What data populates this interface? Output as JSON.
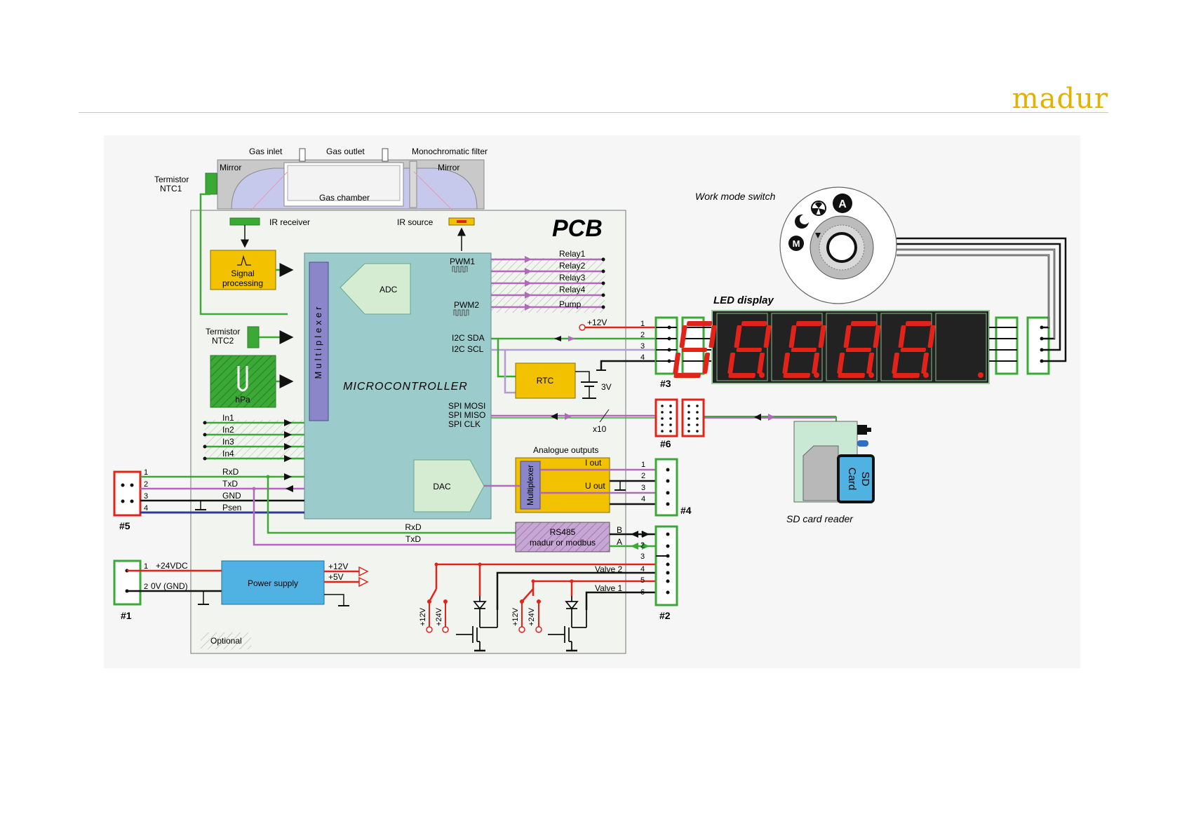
{
  "brand": {
    "logo": "madur"
  },
  "labels": {
    "gas_inlet": "Gas inlet",
    "gas_outlet": "Gas outlet",
    "mono_filter": "Monochromatic filter",
    "mirror_left": "Mirror",
    "mirror_right": "Mirror",
    "gas_chamber": "Gas chamber",
    "termistor1_a": "Termistor",
    "termistor1_b": "NTC1",
    "ir_receiver": "IR receiver",
    "ir_source": "IR source",
    "pcb": "PCB",
    "signal_a": "Signal",
    "signal_b": "processing",
    "termistor2_a": "Termistor",
    "termistor2_b": "NTC2",
    "hpa": "hPa",
    "multiplexer": "Multiplexer",
    "adc": "ADC",
    "microcontroller": "MICROCONTROLLER",
    "dac": "DAC",
    "pwm1": "PWM1",
    "pwm2": "PWM2",
    "relay1": "Relay1",
    "relay2": "Relay2",
    "relay3": "Relay3",
    "relay4": "Relay4",
    "pump": "Pump",
    "i2c_sda": "I2C SDA",
    "i2c_scl": "I2C SCL",
    "spi_mosi": "SPI MOSI",
    "spi_miso": "SPI MISO",
    "spi_clk": "SPI CLK",
    "v12": "+12V",
    "v24": "+24V",
    "v5": "+5V",
    "rtc": "RTC",
    "v3": "3V",
    "x10": "x10",
    "analogue_outputs": "Analogue outputs",
    "i_out": "I out",
    "u_out": "U out",
    "mux_small": "Multiplexer",
    "in1": "In1",
    "in2": "In2",
    "in3": "In3",
    "in4": "In4",
    "rxd": "RxD",
    "txd": "TxD",
    "gnd": "GND",
    "psen": "Psen",
    "rs485_a": "RS485",
    "rs485_b": "madur or modbus",
    "b": "B",
    "a": "A",
    "valve2": "Valve 2",
    "valve1": "Valve 1",
    "v24dc": "+24VDC",
    "v0gnd": "0V (GND)",
    "power_supply": "Power supply",
    "optional": "Optional",
    "work_mode_switch": "Work mode switch",
    "led_display": "LED display",
    "sd_card_reader": "SD card reader",
    "sd": "SD",
    "card": "Card",
    "mode_a": "A",
    "mode_m": "M",
    "n1": "1",
    "n2": "2",
    "n3": "3",
    "n4": "4",
    "n5": "5",
    "n6": "6"
  },
  "connectors": {
    "c1": "#1",
    "c2": "#2",
    "c3": "#3",
    "c4": "#4",
    "c5": "#5",
    "c6": "#6"
  },
  "colors": {
    "green": "#3aa935",
    "red": "#e2231a",
    "purple": "#b06bb8",
    "lilac": "#b49bd0",
    "blue": "#2d3a9a",
    "mcu": "#9ccbcb",
    "yellow": "#f2c100",
    "lightblue": "#4fb2e2"
  }
}
